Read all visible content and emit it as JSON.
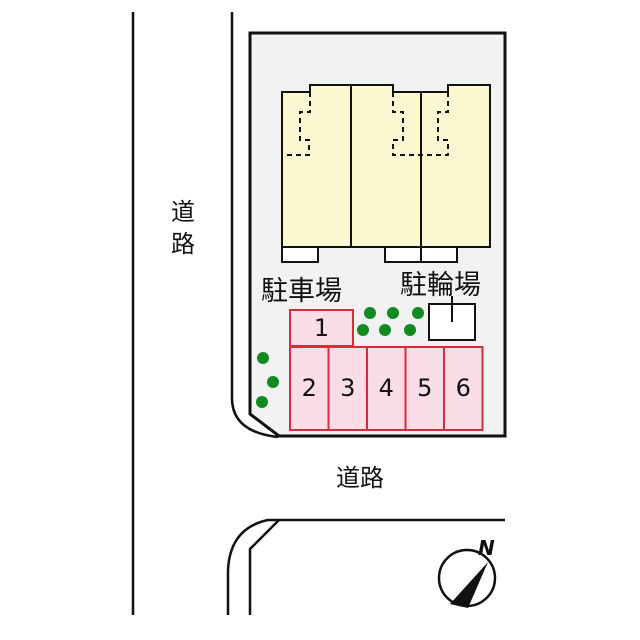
{
  "labels": {
    "road_left": "道路",
    "road_bottom": "道路",
    "parking": "駐車場",
    "bicycle_parking": "駐輪場",
    "north": "N"
  },
  "parking_spaces": [
    "1",
    "2",
    "3",
    "4",
    "5",
    "6"
  ],
  "colors": {
    "lot_fill": "#f2f2f2",
    "building_fill": "#fcf8d2",
    "parking_fill": "#fbdde5",
    "parking_stroke": "#d0303c",
    "tree": "#118a1f",
    "line": "#111111"
  }
}
